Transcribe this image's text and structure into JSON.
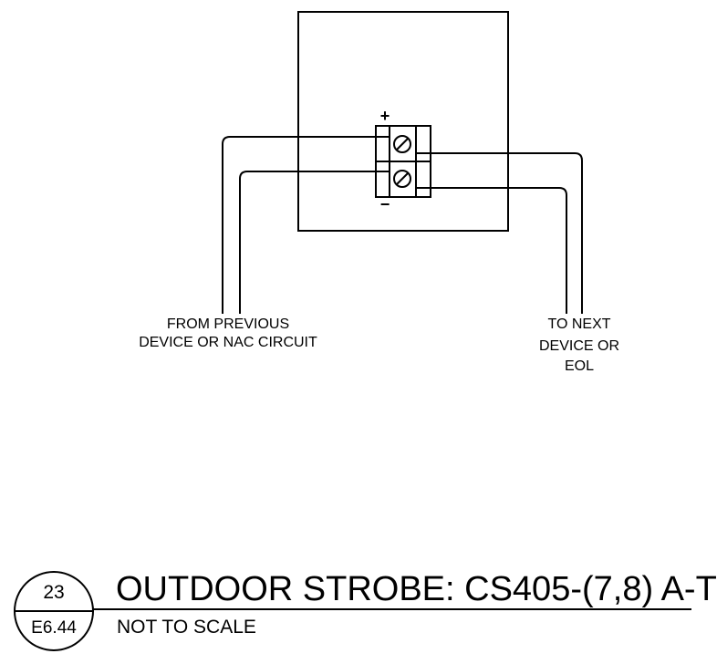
{
  "diagram": {
    "terminal_positive": "+",
    "terminal_negative": "−",
    "left_label": {
      "line1": "FROM PREVIOUS",
      "line2": "DEVICE OR NAC CIRCUIT"
    },
    "right_label": {
      "line1": "TO NEXT",
      "line2": "DEVICE OR",
      "line3": "EOL"
    }
  },
  "title_block": {
    "detail_number": "23",
    "sheet_number": "E6.44",
    "title": "OUTDOOR STROBE:  CS405-(7,8) A-T",
    "subtitle": "NOT TO SCALE"
  }
}
